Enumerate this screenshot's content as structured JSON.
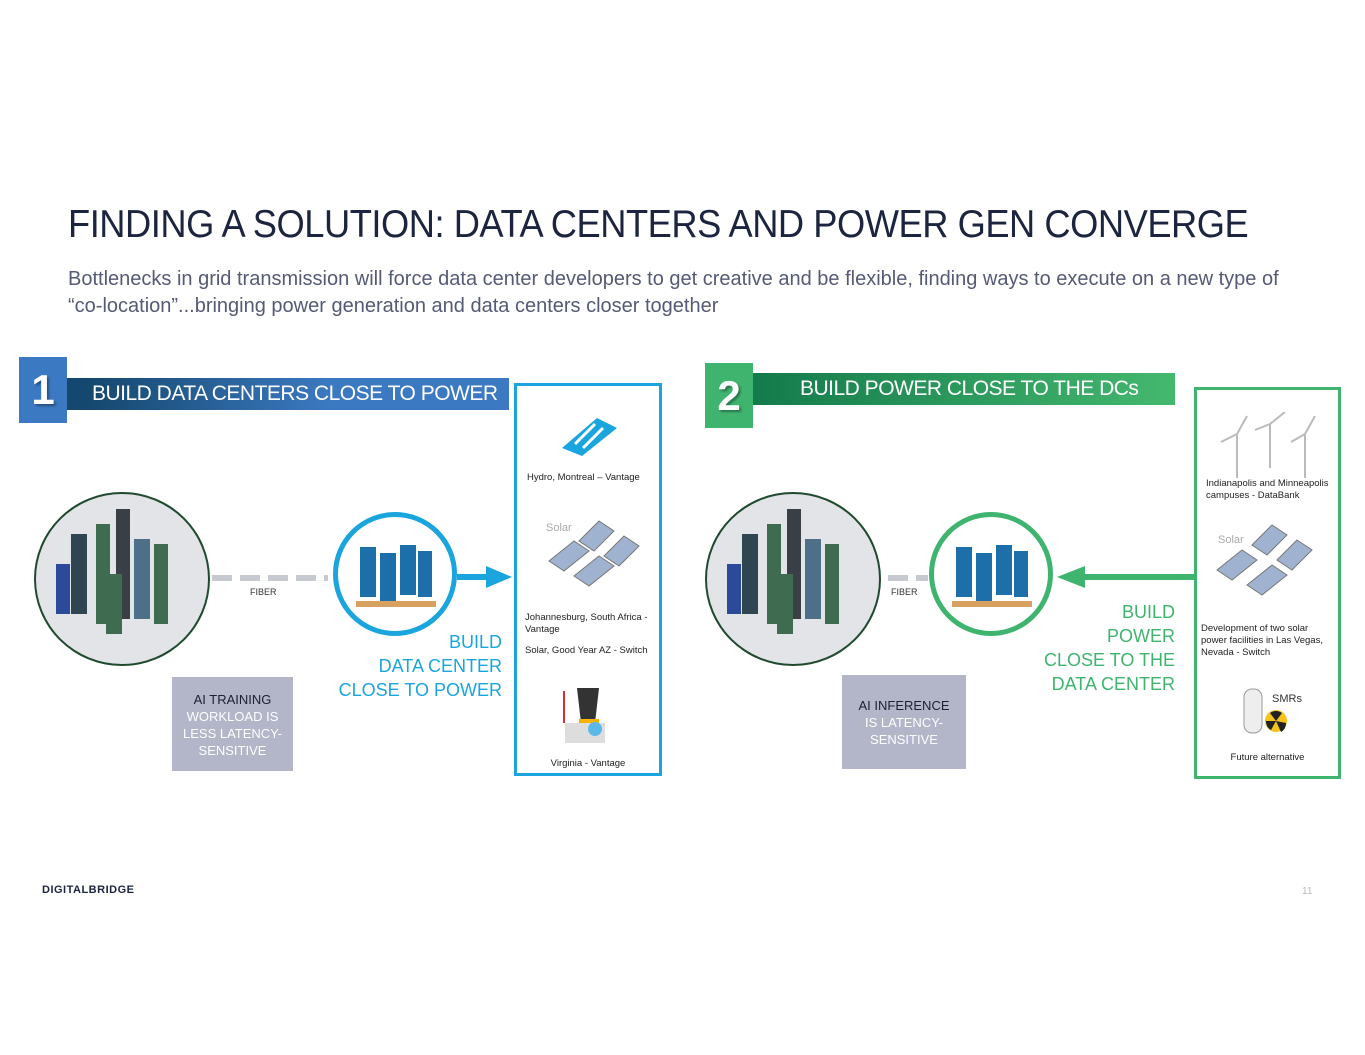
{
  "title": "FINDING A SOLUTION: DATA CENTERS AND POWER GEN CONVERGE",
  "subtitle": "Bottlenecks in grid transmission will force data center developers to get creative and be flexible, finding ways to execute on a new type of “co-location”...bringing power generation and data centers closer together",
  "section1": {
    "number": "1",
    "heading": "BUILD DATA CENTERS CLOSE TO POWER",
    "fiber": "FIBER",
    "callout": [
      "BUILD",
      "DATA CENTER",
      "CLOSE TO POWER"
    ],
    "workload_title": "AI TRAINING",
    "workload_text": "WORKLOAD IS LESS LATENCY-SENSITIVE",
    "sources": {
      "hydro": "Hydro, Montreal – Vantage",
      "solar_label": "Solar",
      "solar1": "Johannesburg, South Africa - Vantage",
      "solar2": "Solar, Good Year AZ - Switch",
      "nuclear": "Virginia - Vantage"
    },
    "colors": {
      "accent": "#1ba5de",
      "number_bg": "#3b79c2",
      "bar_dark": "#15486e"
    }
  },
  "section2": {
    "number": "2",
    "heading": "BUILD POWER CLOSE TO THE DCs",
    "fiber": "FIBER",
    "callout": [
      "BUILD",
      "POWER",
      "CLOSE TO THE",
      "DATA CENTER"
    ],
    "workload_title": "AI INFERENCE",
    "workload_text": "IS LATENCY-SENSITIVE",
    "sources": {
      "wind": "Indianapolis and Minneapolis campuses - DataBank",
      "solar_label": "Solar",
      "solar": "Development of two solar power facilities in Las Vegas, Nevada - Switch",
      "smr_label": "SMRs",
      "smr": "Future alternative"
    },
    "colors": {
      "accent": "#3fb46f",
      "bar_dark": "#137a4b"
    }
  },
  "footer": {
    "logo": "DIGITALBRIDGE",
    "page": "11"
  }
}
